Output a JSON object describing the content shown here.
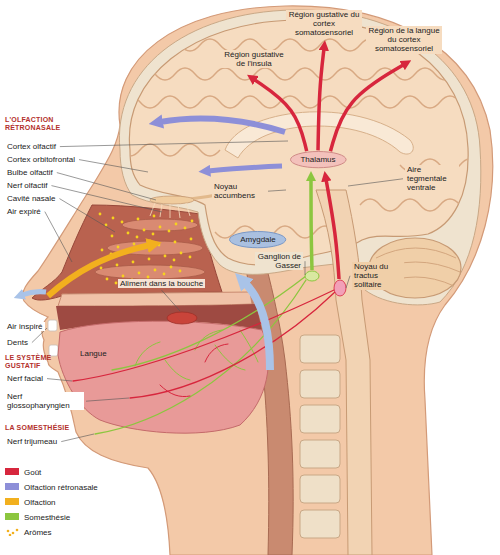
{
  "diagram": {
    "nodes": [
      {
        "text": [
          "Thalamus"
        ]
      },
      {
        "text": [
          "Amygdale"
        ]
      }
    ],
    "labels": [
      "L'OLFACTION RÉTRONASALE",
      "Cortex olfactif",
      "Cortex orbitofrontal",
      "Bulbe olfactif",
      "Nerf olfactif",
      "Cavité nasale",
      "Air expiré",
      "Air inspiré",
      "Dents",
      "LE SYSTÈME GUSTATIF",
      "Nerf facial",
      "Langue",
      "Nerf glossopharyngien",
      "LA SOMESTHÉSIE",
      "Nerf trijumeau",
      "Région gustative de l'insula",
      "Région gustative du cortex somatosensoriel",
      "Région de la langue du cortex somatosensoriel",
      "Noyau accumbens",
      "Aire tegmentale ventrale",
      "Aliment dans la bouche",
      "Ganglion de Gasser",
      "Noyau du tractus solitaire"
    ],
    "legend": [
      {
        "text": "Goût",
        "color": "#d7263d"
      },
      {
        "text": "Olfaction rétronasale",
        "color": "#8d8fd8"
      },
      {
        "text": "Olfaction",
        "color": "#f2b01e"
      },
      {
        "text": "Somesthésie",
        "color": "#8cc63f"
      },
      {
        "text": "Arômes"
      }
    ]
  }
}
